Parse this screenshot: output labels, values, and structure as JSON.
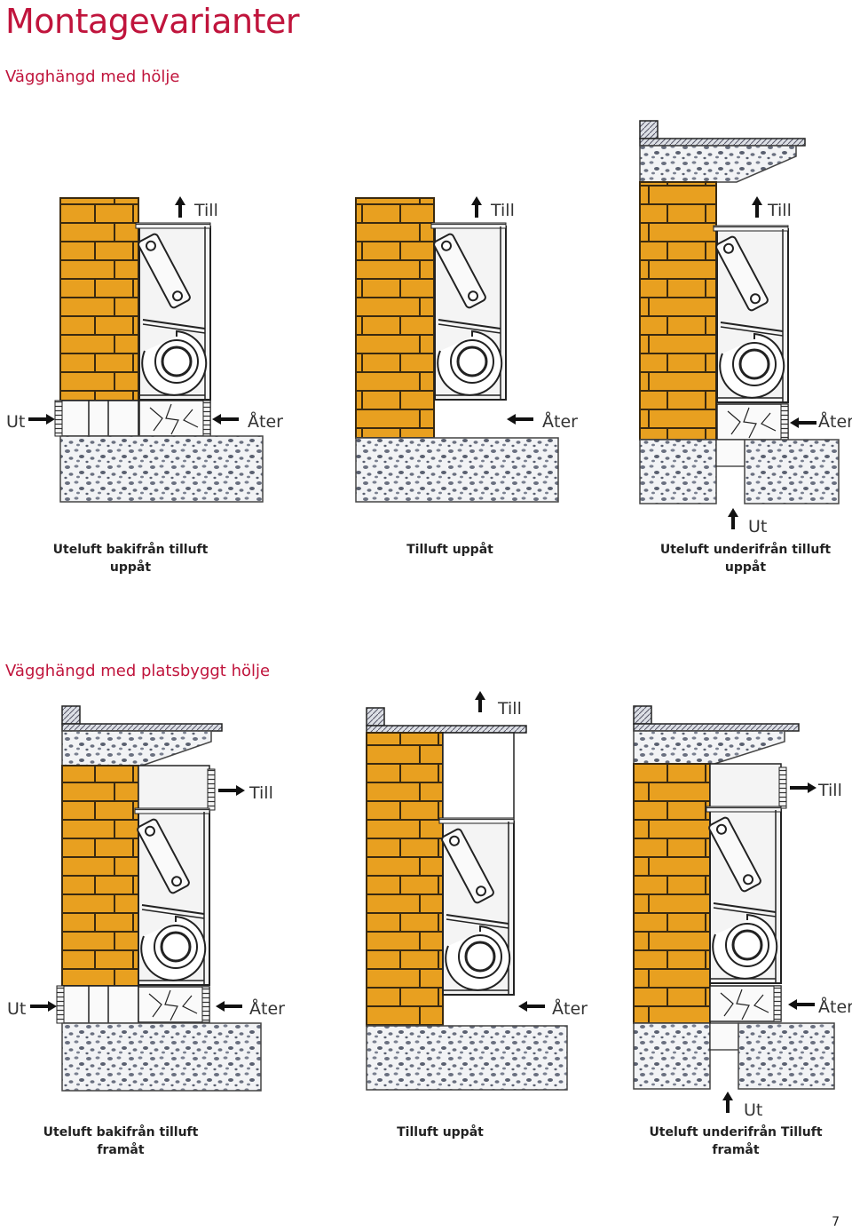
{
  "page": {
    "title": "Montagevarianter",
    "section1_title": "Vägghängd med hölje",
    "section2_title": "Vägghängd med platsbyggt hölje",
    "page_number": "7"
  },
  "labels": {
    "till": "Till",
    "ater": "Åter",
    "ut": "Ut"
  },
  "captions": {
    "r1c1": "Uteluft bakifrån tilluft uppåt",
    "r1c2": "Tilluft uppåt",
    "r1c3": "Uteluft underifrån tilluft uppåt",
    "r2c1": "Uteluft bakifrån tilluft framåt",
    "r2c2": "Tilluft uppåt",
    "r2c3": "Uteluft underifrån Tilluft framåt"
  },
  "colors": {
    "title": "#c0143c",
    "brick": "#e8a020",
    "mortar": "#3a2a10",
    "gravel": "#6a7080",
    "unit": "#f4f4f4"
  },
  "icons": [
    "arrow-up-icon",
    "arrow-left-icon",
    "arrow-right-icon",
    "fan-icon",
    "filter-icon"
  ]
}
